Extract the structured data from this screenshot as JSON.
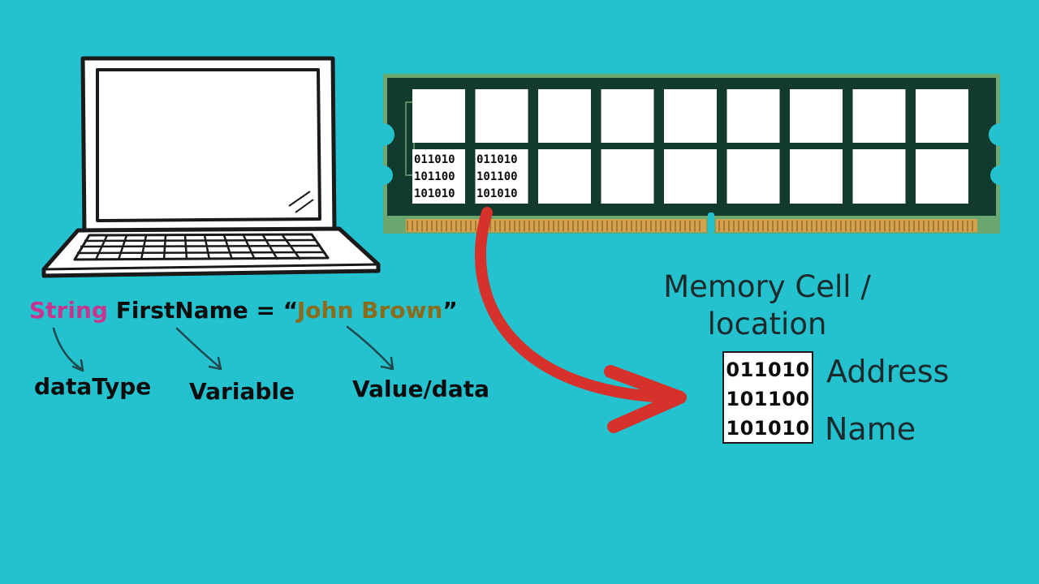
{
  "code_line": {
    "type_keyword": "String",
    "variable_name": "FirstName",
    "operator": "=",
    "open_quote": "“",
    "value": "John Brown",
    "close_quote": "”"
  },
  "annotations": {
    "data_type": "dataType",
    "variable": "Variable",
    "value": "Value/data"
  },
  "ram_cells": [
    {
      "bits": [
        "011010",
        "101100",
        "101010"
      ]
    },
    {
      "bits": [
        "011010",
        "101100",
        "101010"
      ]
    }
  ],
  "memory_cell": {
    "title_line1": "Memory Cell /",
    "title_line2": "location",
    "bits": [
      "011010",
      "101100",
      "101010"
    ],
    "address_label": "Address",
    "name_label": "Name"
  },
  "colors": {
    "background": "#24c1cf",
    "keyword": "#c8358f",
    "string_value": "#8a6c1c",
    "ram_board": "#123a2e",
    "arrow": "#d6312a"
  }
}
